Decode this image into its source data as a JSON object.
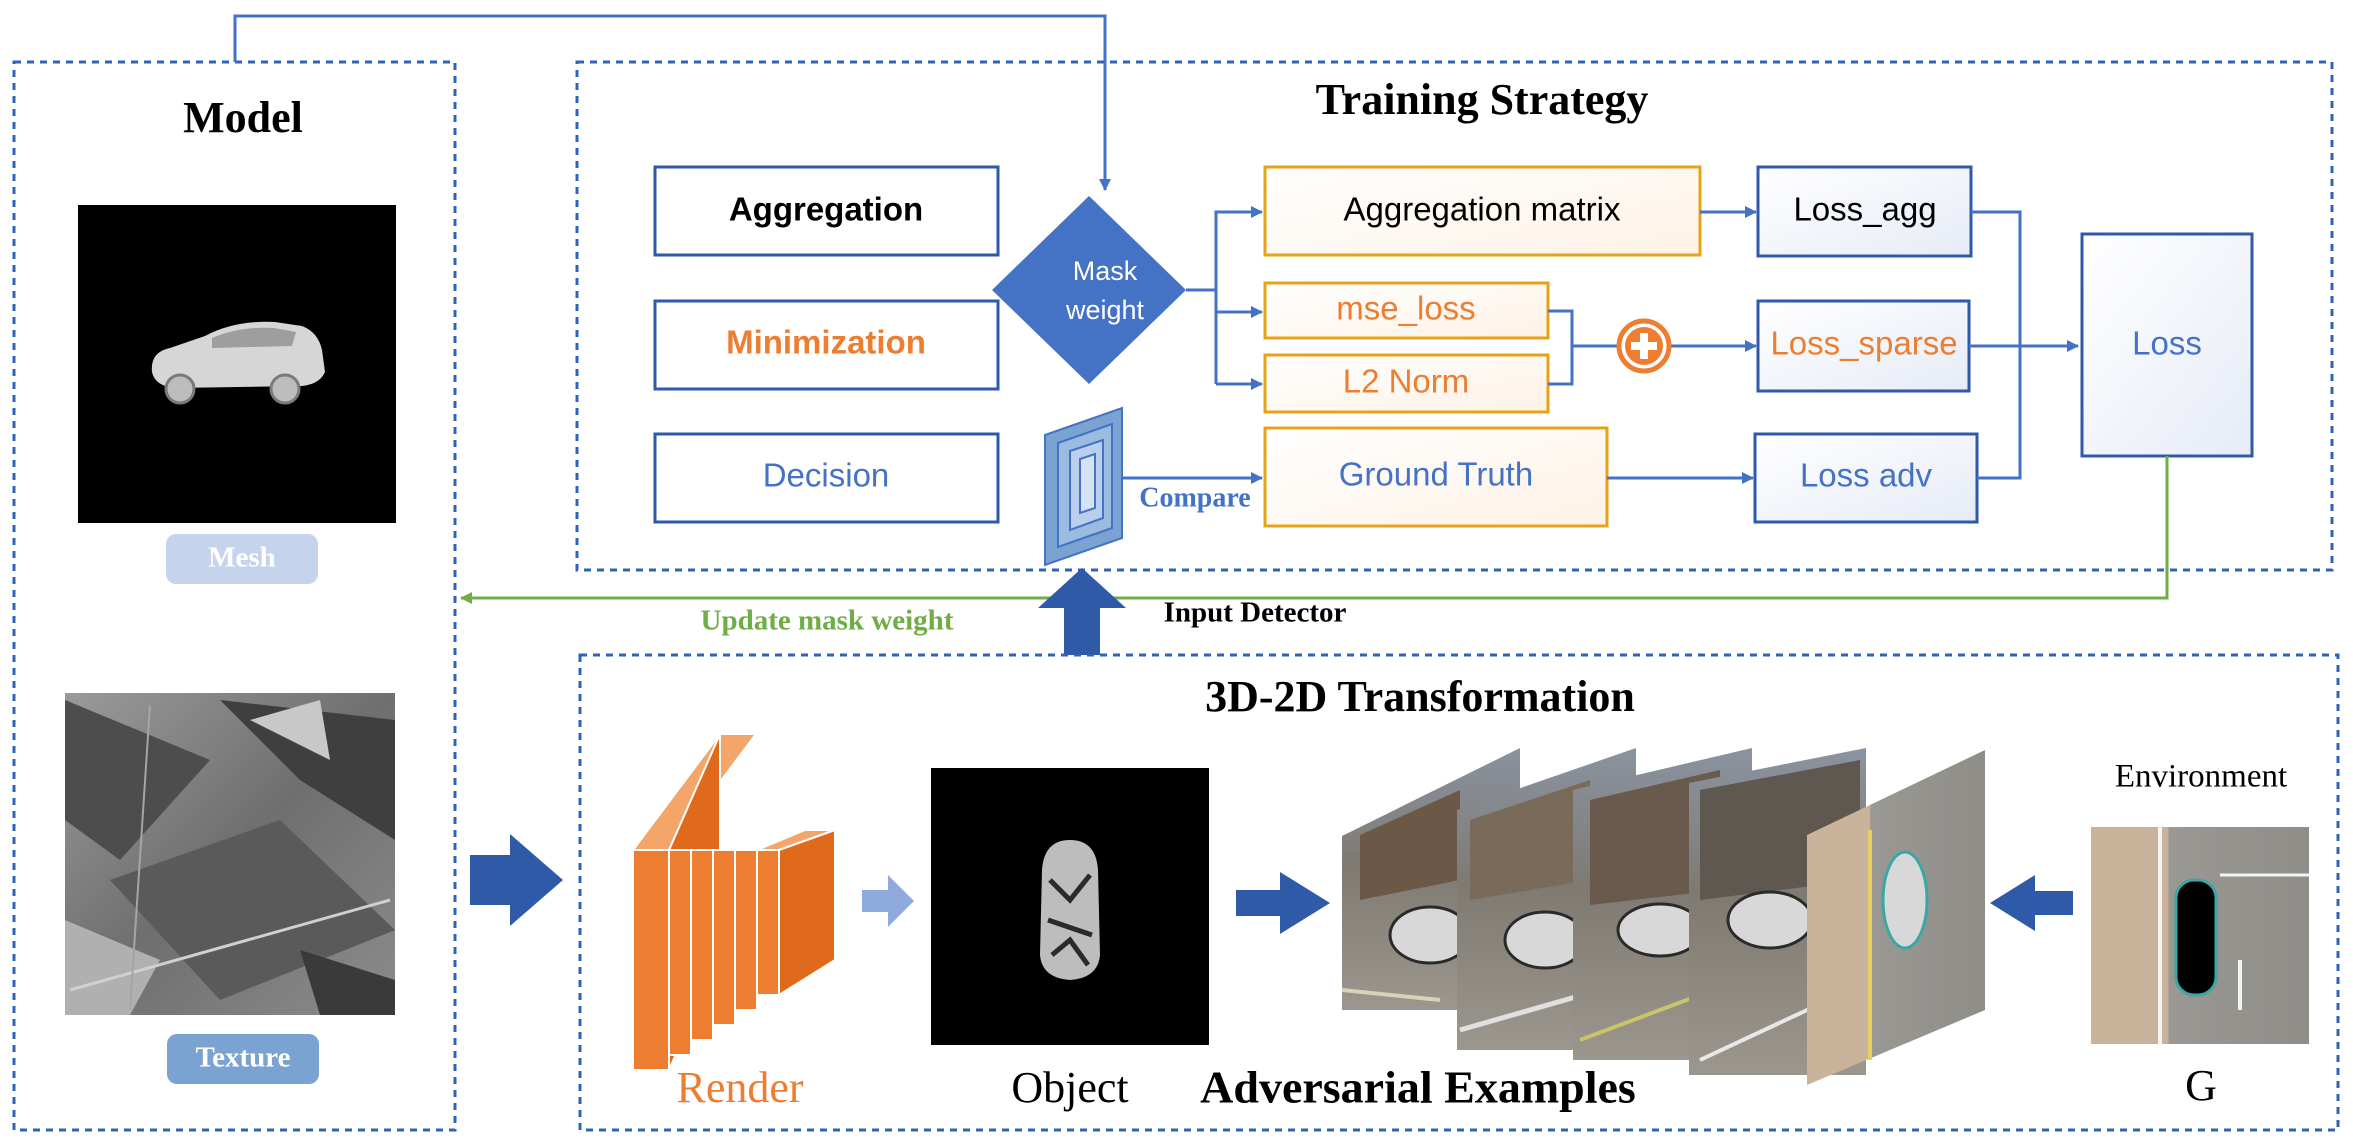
{
  "model": {
    "title": "Model",
    "mesh_label": "Mesh",
    "texture_label": "Texture"
  },
  "training": {
    "title": "Training Strategy",
    "aggregation": "Aggregation",
    "minimization": "Minimization",
    "decision": "Decision",
    "mask_weight": [
      "Mask",
      "weight"
    ],
    "aggregation_matrix": "Aggregation matrix",
    "mse_loss": "mse_loss",
    "l2_norm": "L2 Norm",
    "ground_truth": "Ground Truth",
    "loss_agg": "Loss_agg",
    "loss_sparse": "Loss_sparse",
    "loss_adv": "Loss adv",
    "loss": "Loss",
    "compare": "Compare"
  },
  "feedback": {
    "update_mask_weight": "Update mask weight",
    "input_detector": "Input Detector"
  },
  "transformation": {
    "title": "3D-2D Transformation",
    "render": "Render",
    "object": "Object",
    "adversarial_examples": "Adversarial Examples",
    "environment": "Environment",
    "g": "G"
  },
  "colors": {
    "blue": "#4472C4",
    "dash_blue": "#2E63B8",
    "orange": "#ED7D31",
    "gold_border": "#E6A317",
    "green": "#70AD47",
    "mesh_badge": "#C5D4EC",
    "texture_badge": "#7BA3D1"
  }
}
